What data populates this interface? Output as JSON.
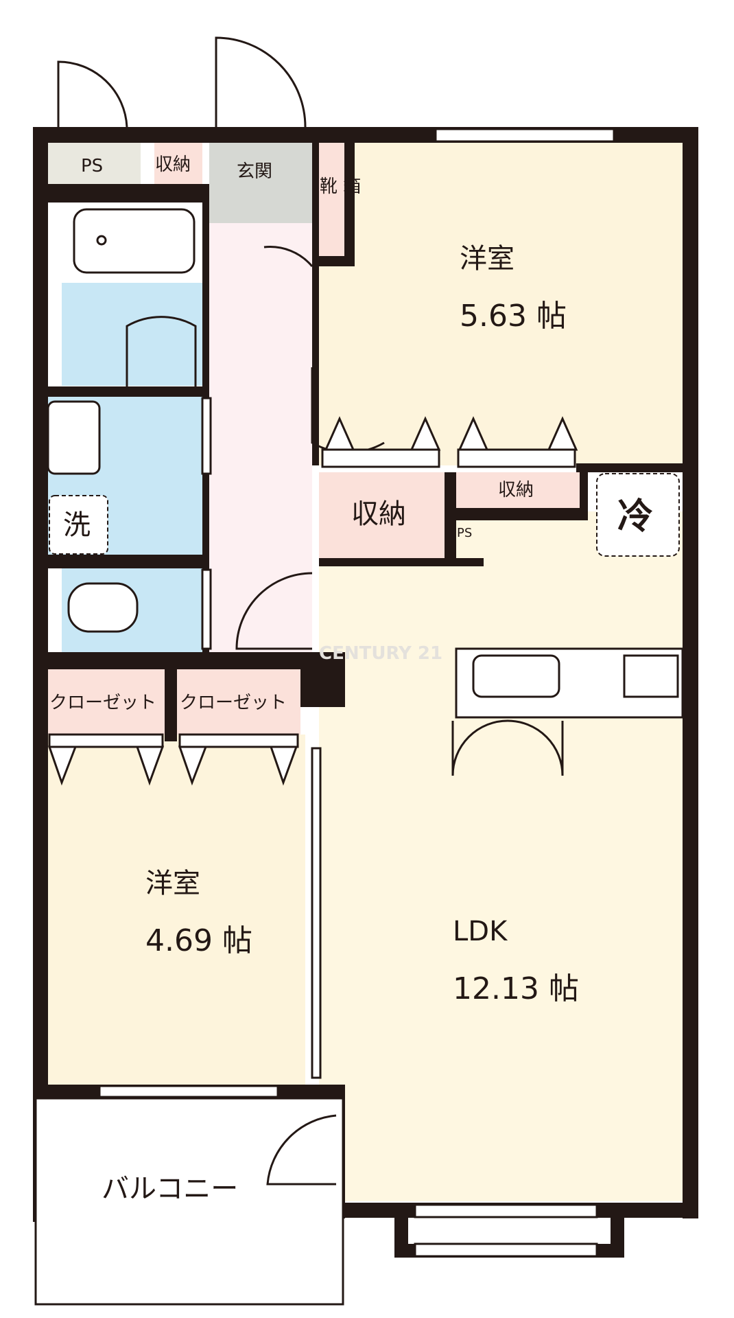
{
  "plan": {
    "rooms": {
      "western_room_1": {
        "label": "洋室",
        "area": "5.63 帖"
      },
      "western_room_2": {
        "label": "洋室",
        "area": "4.69 帖"
      },
      "ldk": {
        "label": "LDK",
        "area": "12.13 帖"
      },
      "entrance": {
        "label": "玄関"
      },
      "shoe_cabinet": {
        "label": "靴\n箱"
      },
      "storage_top": {
        "label": "収納"
      },
      "storage_mid": {
        "label": "収納"
      },
      "storage_small": {
        "label": "収納"
      },
      "ps_top": {
        "label": "PS"
      },
      "ps_small": {
        "label": "PS"
      },
      "closet_left": {
        "label": "クローゼット"
      },
      "closet_right": {
        "label": "クローゼット"
      },
      "washer": {
        "label": "洗"
      },
      "fridge": {
        "label": "冷"
      },
      "balcony": {
        "label": "バルコニー"
      }
    },
    "watermark": "CENTURY 21",
    "colors": {
      "wall": "#231815",
      "western": "#fdf4dc",
      "ldk": "#fef7e1",
      "storage": "#fbe1da",
      "hall": "#fdf0f2",
      "wet": "#c8e7f5",
      "entrance": "#d6d8d3",
      "ps": "#e9e8df",
      "balcony": "#ffffff"
    }
  }
}
